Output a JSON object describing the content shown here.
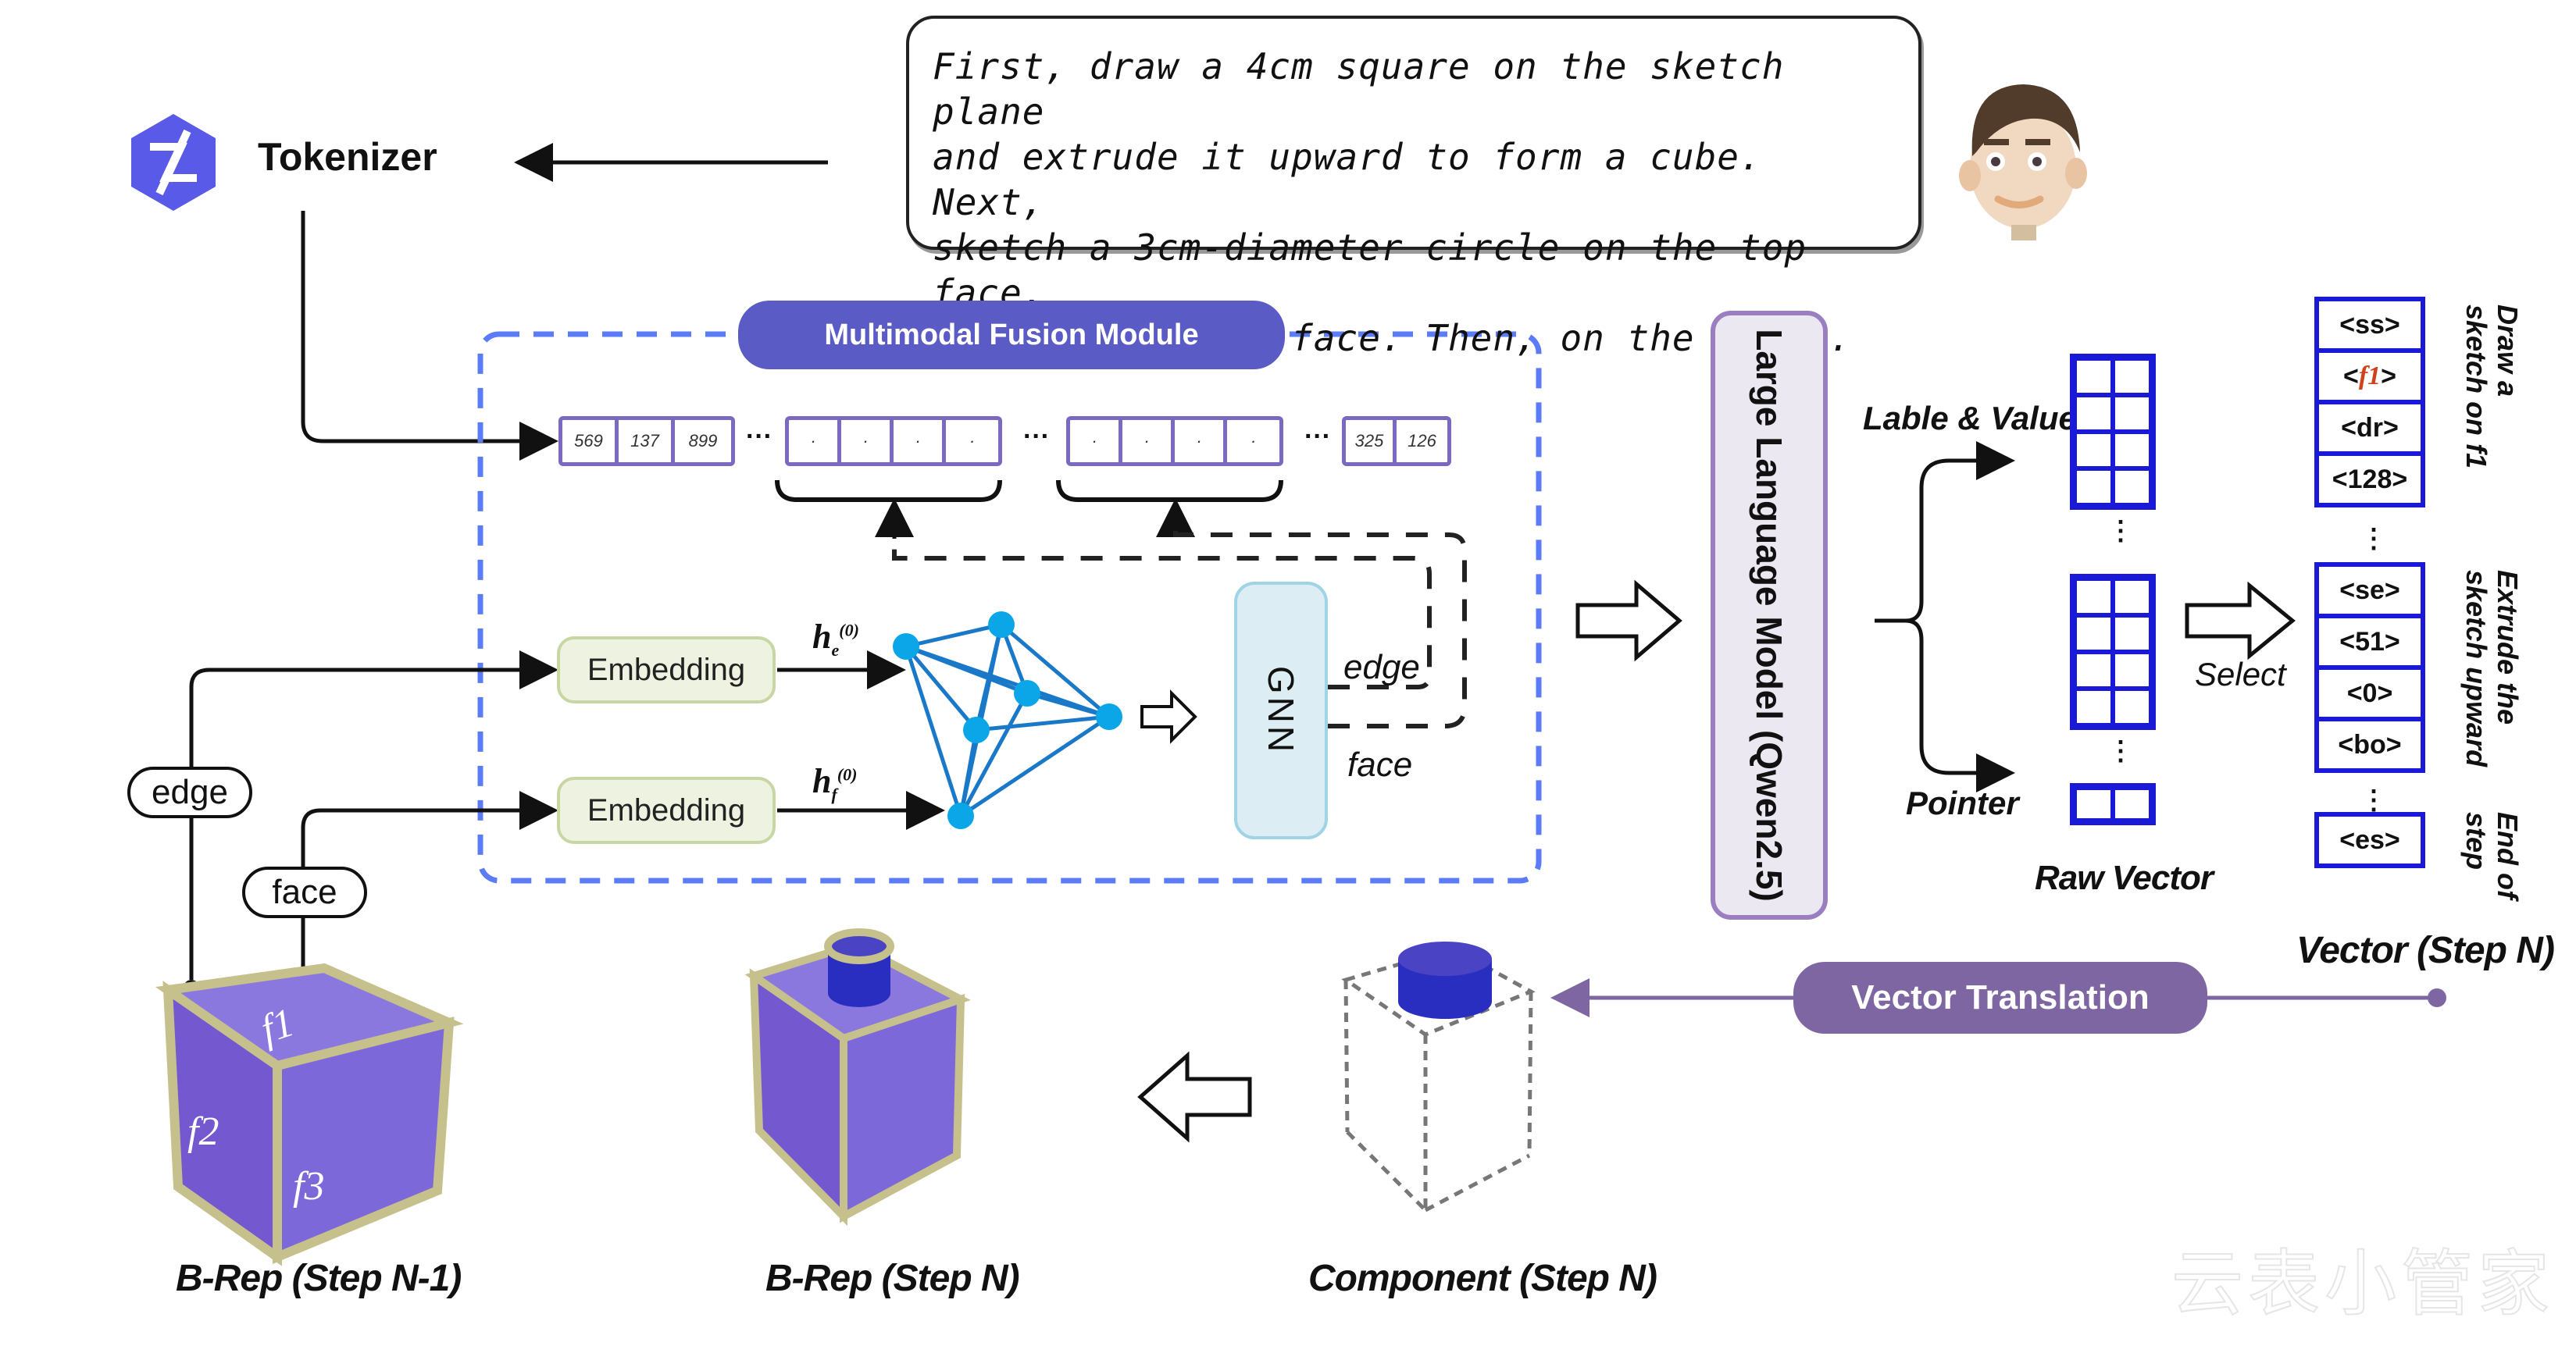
{
  "tokenizer": {
    "label": "Tokenizer",
    "icon": "qwen-logo-icon"
  },
  "speech": {
    "text_lines": [
      "First, draw a 4cm square on the sketch plane",
      "and extrude it upward to form a cube. Next,",
      "sketch a 3cm-diameter circle on the top face,",
      "centered on the face. Then, on the ......"
    ],
    "avatar": "user-avatar-icon"
  },
  "fusion": {
    "title": "Multimodal Fusion Module",
    "token_groups": [
      {
        "tokens": [
          "569",
          "137",
          "899"
        ]
      },
      {
        "tokens": [
          "·",
          "·",
          "·",
          "·"
        ]
      },
      {
        "tokens": [
          "·",
          "·",
          "·",
          "·"
        ]
      },
      {
        "tokens": [
          "325",
          "126"
        ]
      }
    ],
    "ellipsis": "···",
    "embedding_label": "Embedding",
    "h_edge": {
      "base": "h",
      "sub": "e",
      "sup": "(0)"
    },
    "h_face": {
      "base": "h",
      "sub": "f",
      "sup": "(0)"
    },
    "gnn_label": "GNN",
    "gnn_out_edge": "edge",
    "gnn_out_face": "face"
  },
  "inputs": {
    "edge_tag": "edge",
    "face_tag": "face"
  },
  "llm": {
    "label": "Large Language Model (Qwen2.5)"
  },
  "heads": {
    "label_value": "Lable & Value",
    "pointer": "Pointer"
  },
  "raw_vector": {
    "caption": "Raw Vector",
    "vdots": "⋮"
  },
  "select_label": "Select",
  "vector": {
    "caption": "Vector (Step N)",
    "groups": [
      {
        "cells": [
          "<ss>",
          "<f1>",
          "<dr>",
          "<128>"
        ],
        "note": "Draw a\nsketch on f1"
      },
      {
        "cells": [
          "<se>",
          "<51>",
          "<0>",
          "<bo>"
        ],
        "note": "Extrude the\nsketch upward"
      },
      {
        "cells": [
          "<es>"
        ],
        "note": "End of\nstep"
      }
    ],
    "highlight_color": "#d0421b"
  },
  "vector_translation": {
    "label": "Vector Translation"
  },
  "bottom": {
    "brep_prev": "B-Rep (Step N-1)",
    "brep_curr": "B-Rep (Step N)",
    "component": "Component (Step N)",
    "face_labels": [
      "f1",
      "f2",
      "f3"
    ]
  },
  "watermark": "云表小管家",
  "colors": {
    "fusion_dash": "#5b7cf6",
    "token_border": "#7b68c0",
    "graph_node": "#0aa6e8",
    "graph_edge": "#1a78c8",
    "vector_blue": "#1a1ad6",
    "cube_fill": "#7a62d6",
    "cube_edge": "#c6c08c",
    "cylinder": "#3a36c0"
  }
}
